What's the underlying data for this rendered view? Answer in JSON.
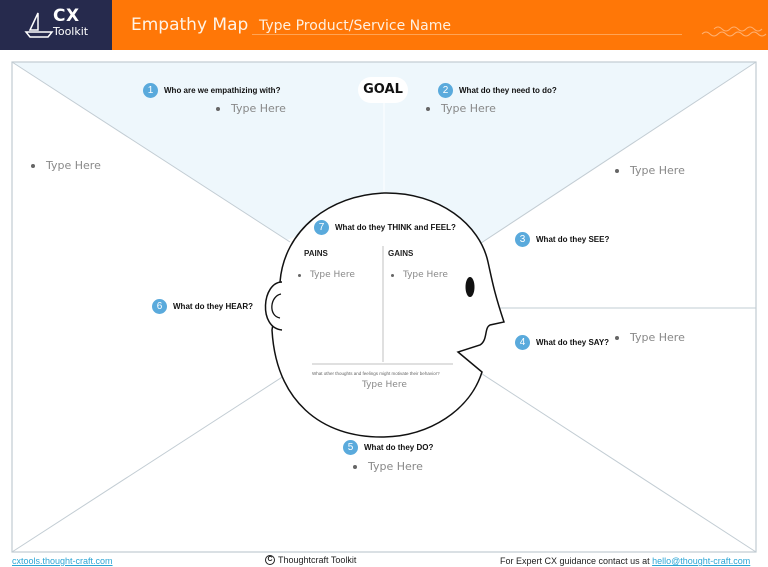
{
  "header": {
    "logo": {
      "line1": "CX",
      "line2": "Toolkit",
      "icon": "sailboat-icon"
    },
    "title": "Empathy Map",
    "product_placeholder": "Type Product/Service Name",
    "decoration": "waves-icon"
  },
  "colors": {
    "header_orange": "#ff7707",
    "logo_navy": "#262a4d",
    "badge_blue": "#5aaadc",
    "goal_area": "#eef7fc",
    "link": "#2ba5d5",
    "divider": "#c2ccd3"
  },
  "goal": {
    "label": "GOAL"
  },
  "sections": [
    {
      "number": "1",
      "question": "Who are we empathizing with?",
      "entry": "Type Here"
    },
    {
      "number": "2",
      "question": "What do they need to do?",
      "entry": "Type Here"
    },
    {
      "number": "3",
      "question": "What do they SEE?",
      "entry": "Type Here"
    },
    {
      "number": "4",
      "question": "What do they SAY?",
      "entry": "Type Here"
    },
    {
      "number": "5",
      "question": "What do they DO?",
      "entry": "Type Here"
    },
    {
      "number": "6",
      "question": "What do they HEAR?",
      "entry": "Type Here"
    },
    {
      "number": "7",
      "question": "What do they THINK and FEEL?"
    }
  ],
  "think_feel": {
    "pains_label": "PAINS",
    "pains_entry": "Type Here",
    "gains_label": "GAINS",
    "gains_entry": "Type Here",
    "other_question": "What other thoughts and feelings might motivate their behavior?",
    "other_entry": "Type Here"
  },
  "footer": {
    "site_link": "cxtools.thought-craft.com",
    "copyright_symbol": "C",
    "copyright": "Thoughtcraft Toolkit",
    "contact_text": "For Expert CX guidance contact us at ",
    "contact_email": "hello@thought-craft.com"
  }
}
